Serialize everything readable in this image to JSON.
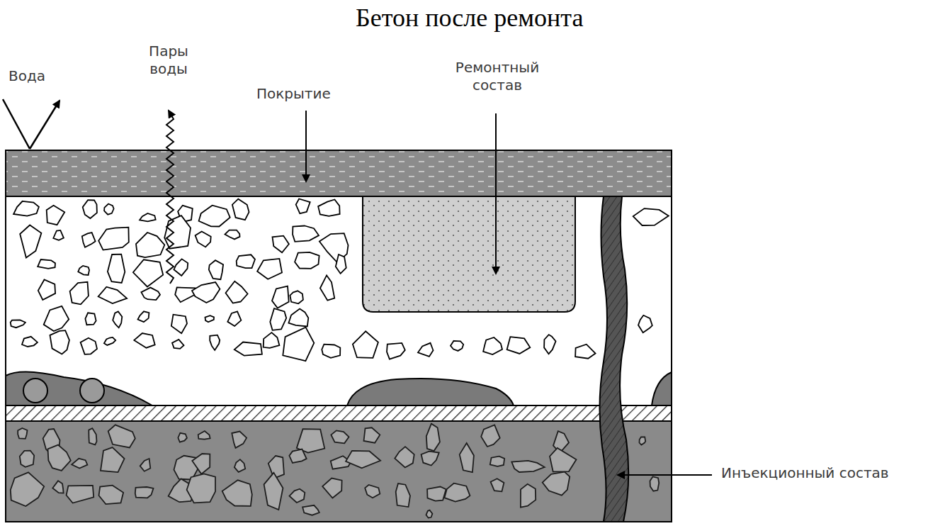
{
  "diagram": {
    "title": "Бетон после ремонта",
    "labels": [
      "Вода",
      "Пары воды",
      "Покрытие",
      "Ремонтный состав",
      "Инъекционный состав"
    ]
  }
}
